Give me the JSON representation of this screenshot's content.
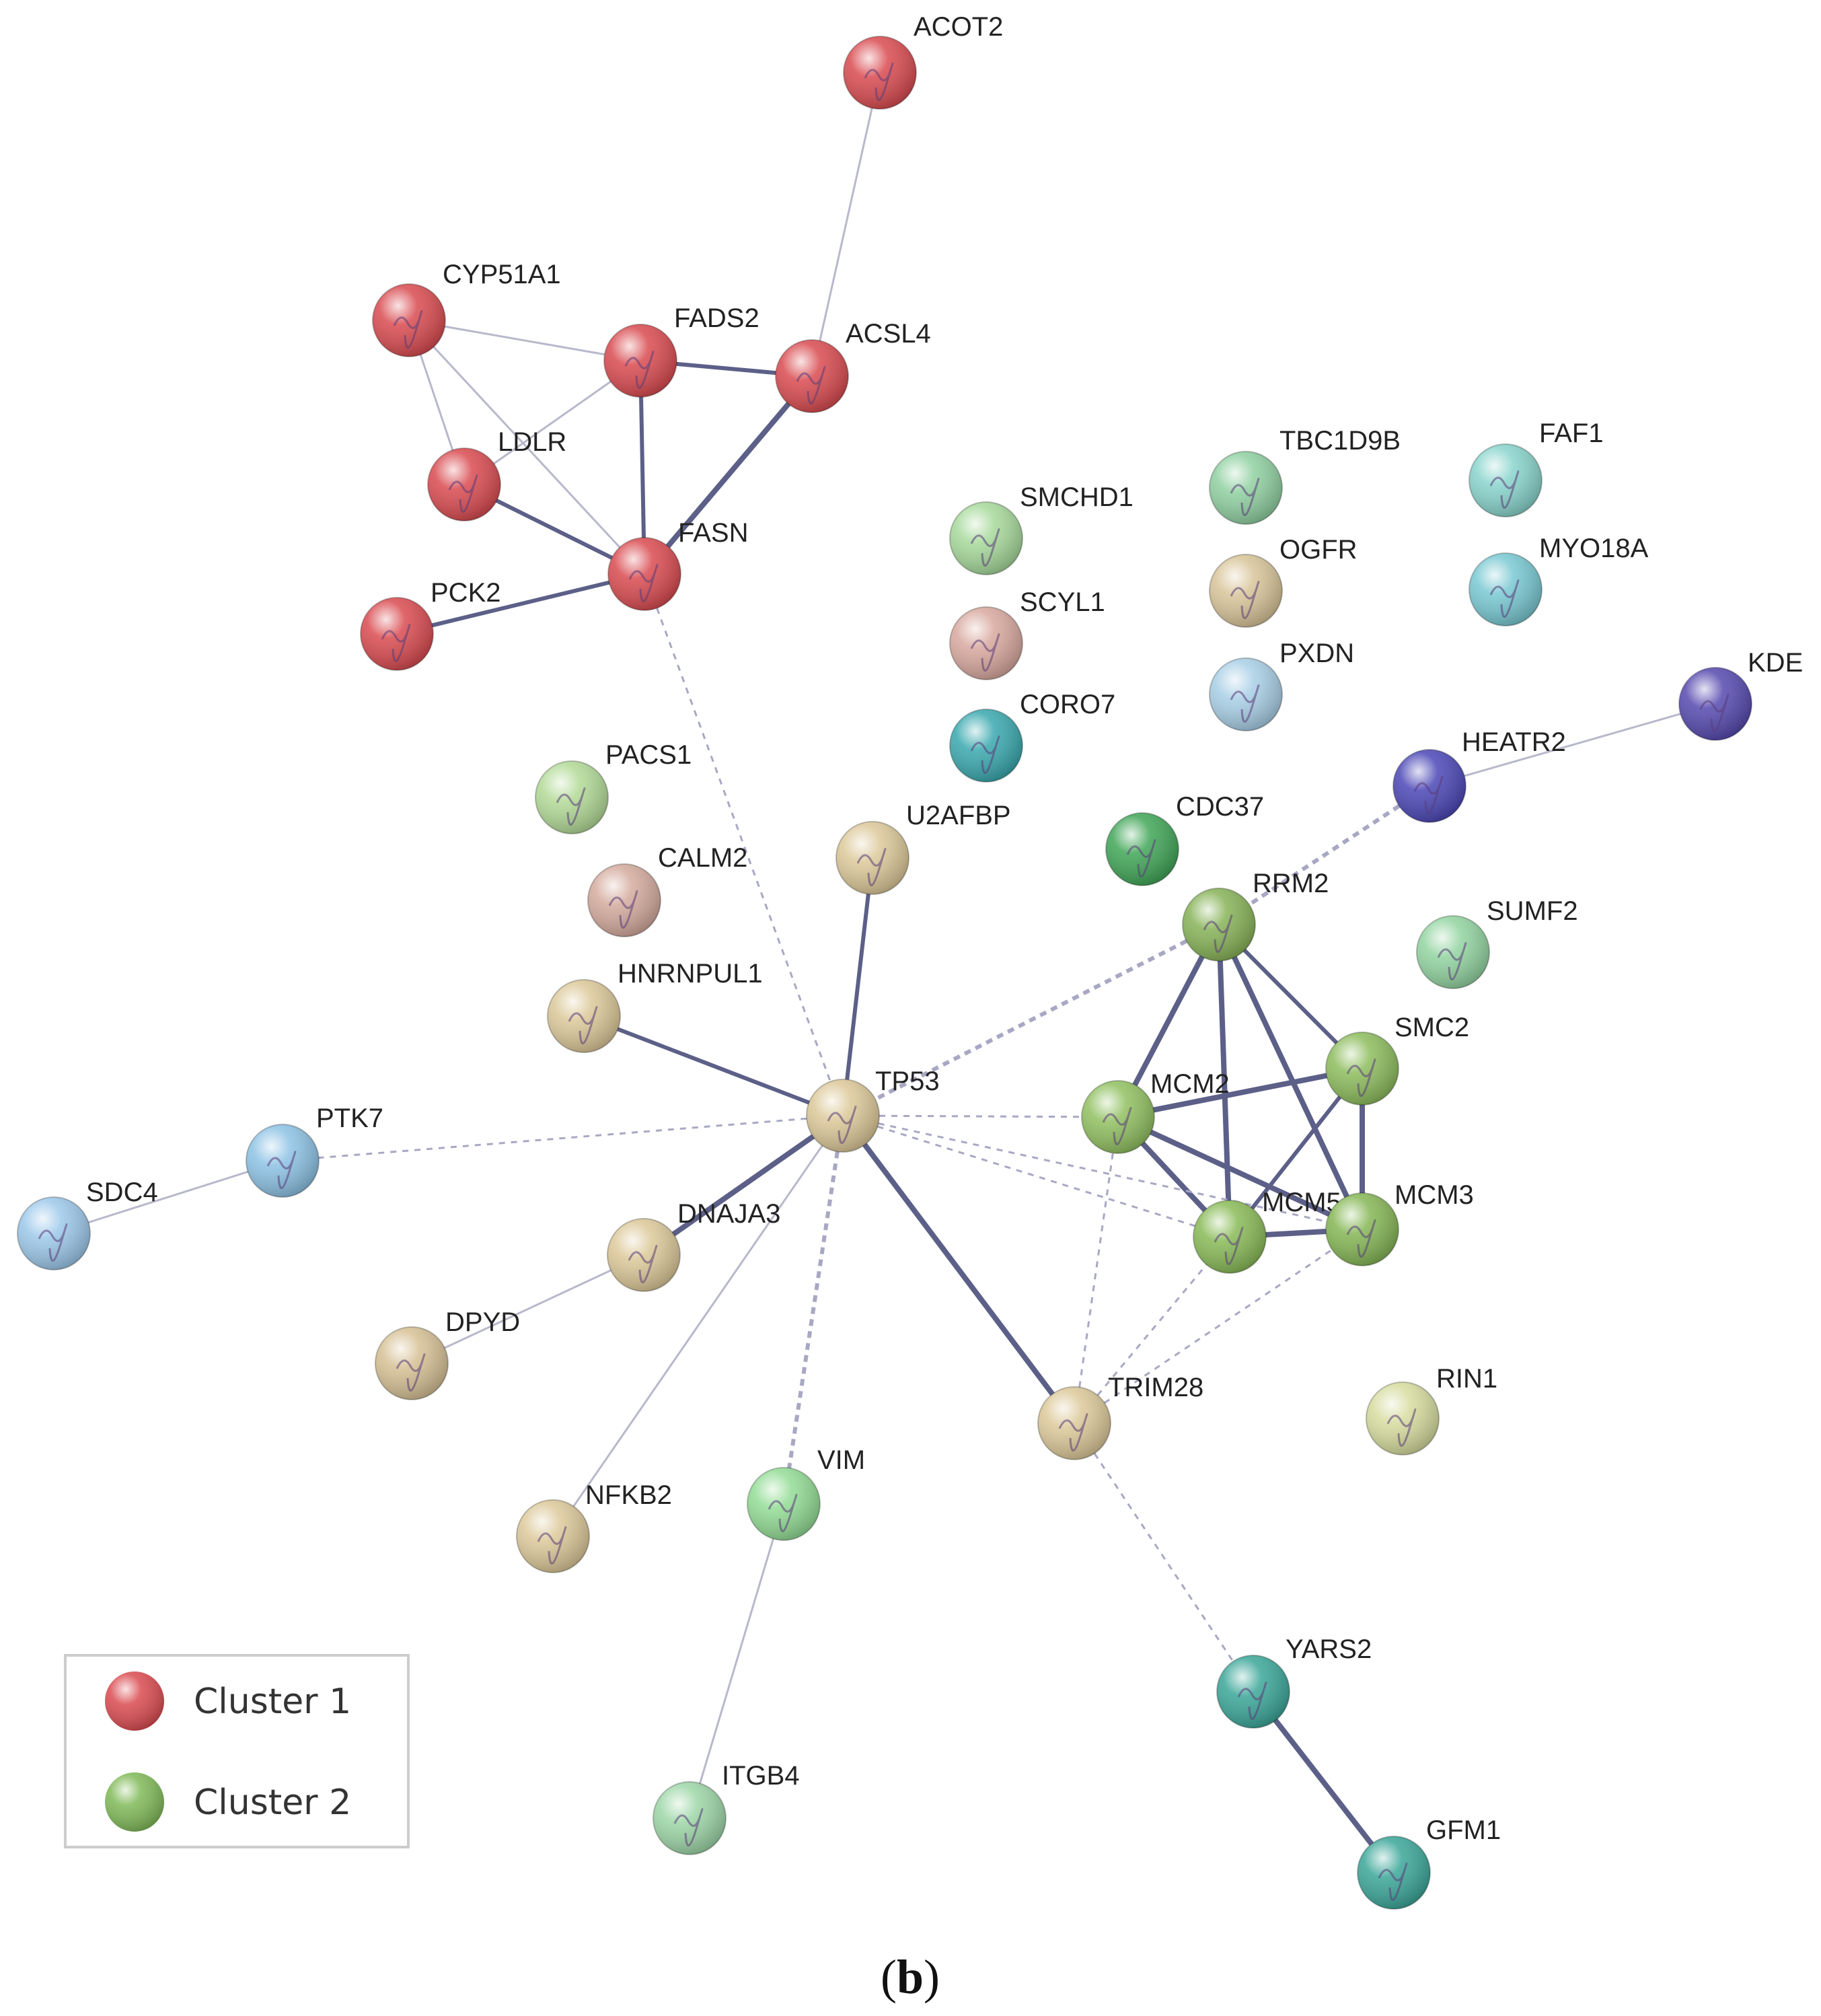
{
  "figure": {
    "caption_open": "(",
    "caption_letter": "b",
    "caption_close": ")"
  },
  "legend": {
    "items": [
      {
        "label": "Cluster 1",
        "color": "#d94a4f"
      },
      {
        "label": "Cluster 2",
        "color": "#7fb957"
      }
    ]
  },
  "nodes": [
    {
      "id": "ACOT2",
      "label": "ACOT2",
      "color": "#d94a4f"
    },
    {
      "id": "CYP51A1",
      "label": "CYP51A1",
      "color": "#d94a4f"
    },
    {
      "id": "FADS2",
      "label": "FADS2",
      "color": "#d94a4f"
    },
    {
      "id": "ACSL4",
      "label": "ACSL4",
      "color": "#d94a4f"
    },
    {
      "id": "LDLR",
      "label": "LDLR",
      "color": "#d94a4f"
    },
    {
      "id": "FASN",
      "label": "FASN",
      "color": "#d94a4f"
    },
    {
      "id": "PCK2",
      "label": "PCK2",
      "color": "#d94a4f"
    },
    {
      "id": "TBC1D9B",
      "label": "TBC1D9B",
      "color": "#8fd0a0"
    },
    {
      "id": "FAF1",
      "label": "FAF1",
      "color": "#88d4cc"
    },
    {
      "id": "SMCHD1",
      "label": "SMCHD1",
      "color": "#a6d99a"
    },
    {
      "id": "OGFR",
      "label": "OGFR",
      "color": "#d8c498"
    },
    {
      "id": "MYO18A",
      "label": "MYO18A",
      "color": "#78c8d2"
    },
    {
      "id": "SCYL1",
      "label": "SCYL1",
      "color": "#d8a89e"
    },
    {
      "id": "PXDN",
      "label": "PXDN",
      "color": "#a8cfe6"
    },
    {
      "id": "CORO7",
      "label": "CORO7",
      "color": "#38a8ae"
    },
    {
      "id": "KDE",
      "label": "KDE",
      "color": "#5448ae"
    },
    {
      "id": "HEATR2",
      "label": "HEATR2",
      "color": "#4a46b6"
    },
    {
      "id": "PACS1",
      "label": "PACS1",
      "color": "#b2da96"
    },
    {
      "id": "U2AFBP",
      "label": "U2AFBP",
      "color": "#dcc898"
    },
    {
      "id": "CDC37",
      "label": "CDC37",
      "color": "#3fa556"
    },
    {
      "id": "CALM2",
      "label": "CALM2",
      "color": "#d4aa9c"
    },
    {
      "id": "RRM2",
      "label": "RRM2",
      "color": "#86b256"
    },
    {
      "id": "SUMF2",
      "label": "SUMF2",
      "color": "#92d4a0"
    },
    {
      "id": "HNRNPUL1",
      "label": "HNRNPUL1",
      "color": "#dcc898"
    },
    {
      "id": "SMC2",
      "label": "SMC2",
      "color": "#8cbc5c"
    },
    {
      "id": "TP53",
      "label": "TP53",
      "color": "#dcc898"
    },
    {
      "id": "MCM2",
      "label": "MCM2",
      "color": "#90c060"
    },
    {
      "id": "PTK7",
      "label": "PTK7",
      "color": "#8cc2e4"
    },
    {
      "id": "SDC4",
      "label": "SDC4",
      "color": "#9cc8ea"
    },
    {
      "id": "MCM5",
      "label": "MCM5",
      "color": "#88ba56"
    },
    {
      "id": "MCM3",
      "label": "MCM3",
      "color": "#84b654"
    },
    {
      "id": "DNAJA3",
      "label": "DNAJA3",
      "color": "#dcc898"
    },
    {
      "id": "DPYD",
      "label": "DPYD",
      "color": "#d6c094"
    },
    {
      "id": "TRIM28",
      "label": "TRIM28",
      "color": "#dcc898"
    },
    {
      "id": "RIN1",
      "label": "RIN1",
      "color": "#d6dc9e"
    },
    {
      "id": "VIM",
      "label": "VIM",
      "color": "#92dc94"
    },
    {
      "id": "NFKB2",
      "label": "NFKB2",
      "color": "#dcc898"
    },
    {
      "id": "YARS2",
      "label": "YARS2",
      "color": "#3aa698"
    },
    {
      "id": "ITGB4",
      "label": "ITGB4",
      "color": "#9cd6a6"
    },
    {
      "id": "GFM1",
      "label": "GFM1",
      "color": "#3aa698"
    }
  ],
  "edges": [
    {
      "source": "ACOT2",
      "target": "ACSL4",
      "weight": "thin",
      "style": "solid"
    },
    {
      "source": "CYP51A1",
      "target": "FADS2",
      "weight": "thin",
      "style": "solid"
    },
    {
      "source": "CYP51A1",
      "target": "LDLR",
      "weight": "thin",
      "style": "solid"
    },
    {
      "source": "CYP51A1",
      "target": "FASN",
      "weight": "thin",
      "style": "solid"
    },
    {
      "source": "FADS2",
      "target": "ACSL4",
      "weight": "medium",
      "style": "solid"
    },
    {
      "source": "FADS2",
      "target": "LDLR",
      "weight": "thin",
      "style": "solid"
    },
    {
      "source": "FADS2",
      "target": "FASN",
      "weight": "medium",
      "style": "solid"
    },
    {
      "source": "ACSL4",
      "target": "FASN",
      "weight": "thick",
      "style": "solid"
    },
    {
      "source": "LDLR",
      "target": "FASN",
      "weight": "medium",
      "style": "solid"
    },
    {
      "source": "PCK2",
      "target": "FASN",
      "weight": "medium",
      "style": "solid"
    },
    {
      "source": "FASN",
      "target": "TP53",
      "weight": "thin",
      "style": "dashed"
    },
    {
      "source": "KDE",
      "target": "HEATR2",
      "weight": "thin",
      "style": "solid"
    },
    {
      "source": "HEATR2",
      "target": "RRM2",
      "weight": "medium",
      "style": "dashed"
    },
    {
      "source": "U2AFBP",
      "target": "TP53",
      "weight": "medium",
      "style": "solid"
    },
    {
      "source": "HNRNPUL1",
      "target": "TP53",
      "weight": "medium",
      "style": "solid"
    },
    {
      "source": "RRM2",
      "target": "TP53",
      "weight": "medium",
      "style": "dashed"
    },
    {
      "source": "RRM2",
      "target": "MCM2",
      "weight": "thick",
      "style": "solid"
    },
    {
      "source": "RRM2",
      "target": "MCM5",
      "weight": "thick",
      "style": "solid"
    },
    {
      "source": "RRM2",
      "target": "MCM3",
      "weight": "thick",
      "style": "solid"
    },
    {
      "source": "RRM2",
      "target": "SMC2",
      "weight": "medium",
      "style": "solid"
    },
    {
      "source": "SMC2",
      "target": "MCM2",
      "weight": "thick",
      "style": "solid"
    },
    {
      "source": "SMC2",
      "target": "MCM3",
      "weight": "thick",
      "style": "solid"
    },
    {
      "source": "SMC2",
      "target": "MCM5",
      "weight": "medium",
      "style": "solid"
    },
    {
      "source": "MCM2",
      "target": "MCM5",
      "weight": "thick",
      "style": "solid"
    },
    {
      "source": "MCM2",
      "target": "MCM3",
      "weight": "thick",
      "style": "solid"
    },
    {
      "source": "MCM5",
      "target": "MCM3",
      "weight": "thick",
      "style": "solid"
    },
    {
      "source": "TP53",
      "target": "MCM2",
      "weight": "thin",
      "style": "dashed"
    },
    {
      "source": "TP53",
      "target": "MCM5",
      "weight": "thin",
      "style": "dashed"
    },
    {
      "source": "TP53",
      "target": "MCM3",
      "weight": "thin",
      "style": "dashed"
    },
    {
      "source": "TP53",
      "target": "PTK7",
      "weight": "thin",
      "style": "dashed"
    },
    {
      "source": "PTK7",
      "target": "SDC4",
      "weight": "thin",
      "style": "solid"
    },
    {
      "source": "TP53",
      "target": "DNAJA3",
      "weight": "thick",
      "style": "solid"
    },
    {
      "source": "DNAJA3",
      "target": "DPYD",
      "weight": "thin",
      "style": "solid"
    },
    {
      "source": "TP53",
      "target": "TRIM28",
      "weight": "thick",
      "style": "solid"
    },
    {
      "source": "TP53",
      "target": "VIM",
      "weight": "medium",
      "style": "dashed"
    },
    {
      "source": "TP53",
      "target": "NFKB2",
      "weight": "thin",
      "style": "solid"
    },
    {
      "source": "TRIM28",
      "target": "MCM2",
      "weight": "thin",
      "style": "dashed"
    },
    {
      "source": "TRIM28",
      "target": "MCM5",
      "weight": "thin",
      "style": "dashed"
    },
    {
      "source": "TRIM28",
      "target": "MCM3",
      "weight": "thin",
      "style": "dashed"
    },
    {
      "source": "TRIM28",
      "target": "YARS2",
      "weight": "thin",
      "style": "dashed"
    },
    {
      "source": "VIM",
      "target": "ITGB4",
      "weight": "thin",
      "style": "solid"
    },
    {
      "source": "YARS2",
      "target": "GFM1",
      "weight": "thick",
      "style": "solid"
    }
  ]
}
